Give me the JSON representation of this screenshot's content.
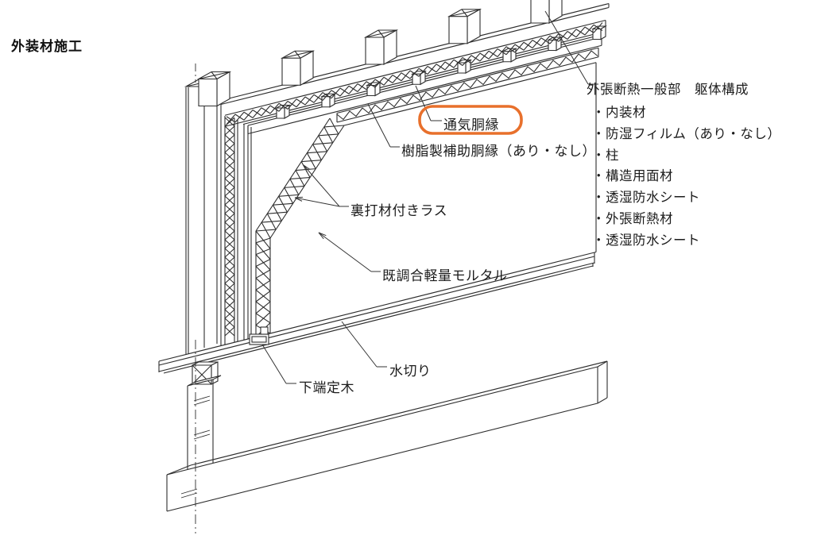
{
  "title": "外装材施工",
  "highlight": {
    "color": "#E8702C"
  },
  "labels": {
    "tsuki": "通気胴縁",
    "jushi": "樹脂製補助胴縁（あり・なし）",
    "urauchi": "裏打材付きラス",
    "mortar": "既調合軽量モルタル",
    "mizukiri": "水切り",
    "katan": "下端定木"
  },
  "legend": {
    "heading": "外張断熱一般部　躯体構成",
    "items": [
      "・内装材",
      "・防湿フィルム（あり・なし）",
      "・柱",
      "・構造用面材",
      "・透湿防水シート",
      "・外張断熱材",
      "・透湿防水シート"
    ]
  }
}
